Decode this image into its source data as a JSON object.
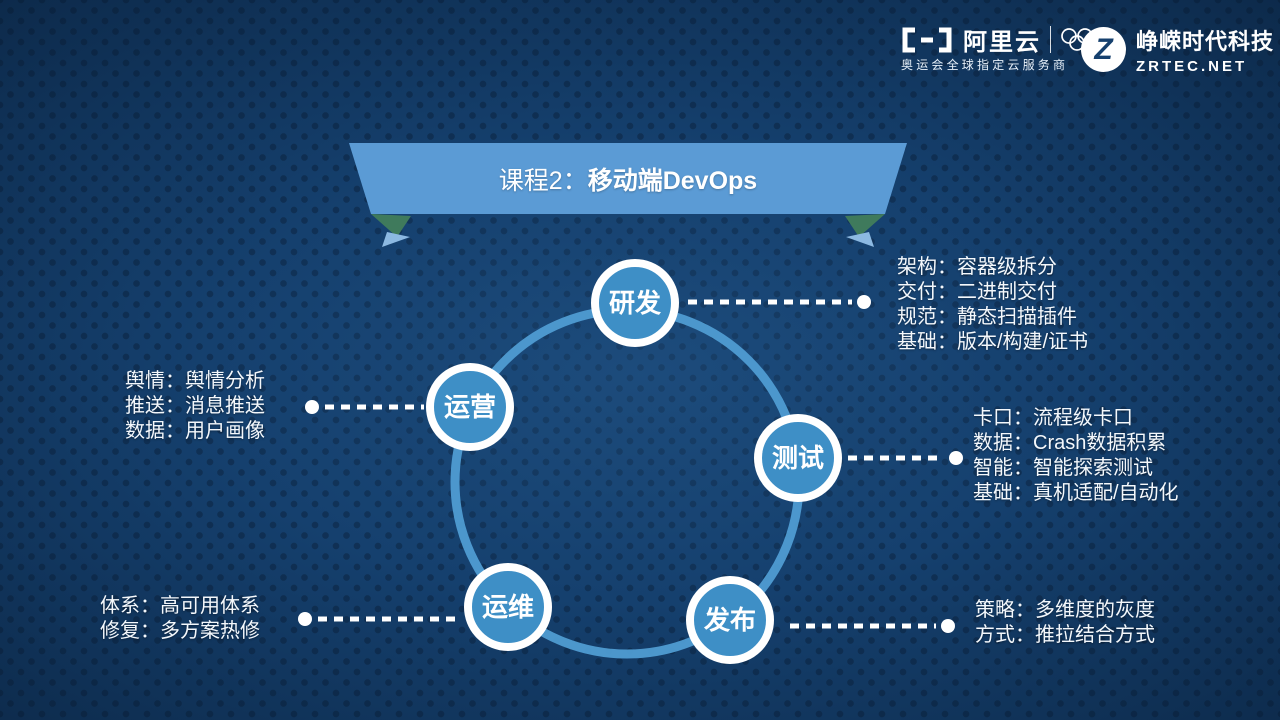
{
  "banner": {
    "prefix": "课程2：",
    "title": "移动端DevOps"
  },
  "header": {
    "aliyun": {
      "brand": "阿里云",
      "subtitle": "奥运会全球指定云服务商"
    },
    "zrtec": {
      "monogram": "Z",
      "name": "峥嵘时代科技",
      "url": "ZRTEC.NET"
    }
  },
  "diagram": {
    "nodes": [
      {
        "id": "dev",
        "label": "研发"
      },
      {
        "id": "test",
        "label": "测试"
      },
      {
        "id": "release",
        "label": "发布"
      },
      {
        "id": "ops",
        "label": "运维"
      },
      {
        "id": "operation",
        "label": "运营"
      }
    ],
    "callouts": {
      "dev": {
        "lines": [
          "架构：容器级拆分",
          "交付：二进制交付",
          "规范：静态扫描插件",
          "基础：版本/构建/证书"
        ]
      },
      "test": {
        "lines": [
          "卡口：流程级卡口",
          "数据：Crash数据积累",
          "智能：智能探索测试",
          "基础：真机适配/自动化"
        ]
      },
      "release": {
        "lines": [
          "策略：多维度的灰度",
          "方式：推拉结合方式"
        ]
      },
      "ops": {
        "lines": [
          "体系：高可用体系",
          "修复：多方案热修"
        ]
      },
      "operation": {
        "lines": [
          "舆情：舆情分析",
          "推送：消息推送",
          "数据：用户画像"
        ]
      }
    }
  },
  "colors": {
    "background": "#15406e",
    "node_fill": "#3e8fc6",
    "ring": "#4f9cd2",
    "banner_body": "#5b9bd5",
    "banner_fold": "#3f7a5c",
    "banner_tail": "#8cb9e2",
    "text": "#ffffff"
  }
}
